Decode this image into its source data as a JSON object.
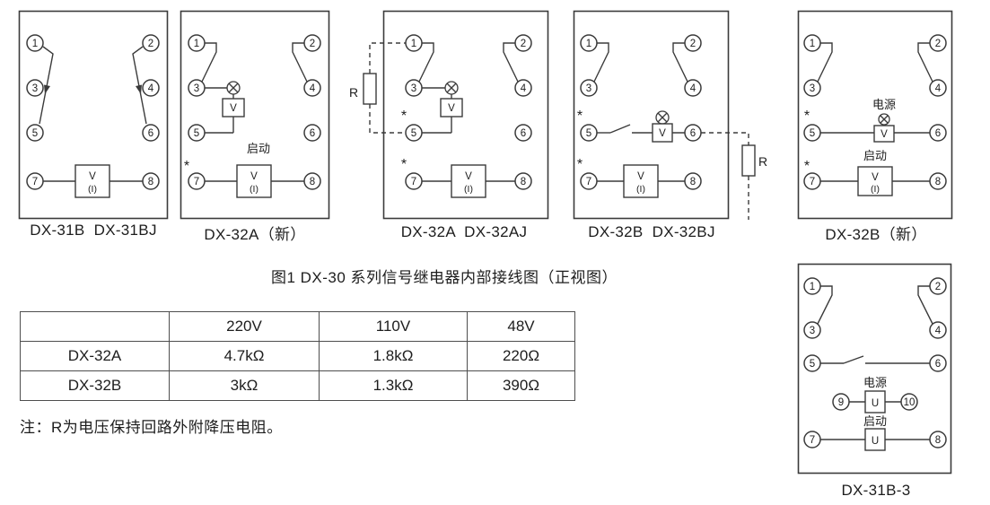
{
  "terminals": {
    "n1": "1",
    "n2": "2",
    "n3": "3",
    "n4": "4",
    "n5": "5",
    "n6": "6",
    "n7": "7",
    "n8": "8",
    "n9": "9",
    "n10": "10"
  },
  "symbols": {
    "v": "V",
    "i": "(I)",
    "u": "U",
    "r": "R",
    "star": "*"
  },
  "labels": {
    "power": "电源",
    "start": "启动"
  },
  "diagrams": {
    "d1": {
      "label": "DX-31B  DX-31BJ"
    },
    "d2": {
      "label": "DX-32A（新）"
    },
    "d3": {
      "label": "DX-32A  DX-32AJ"
    },
    "d4": {
      "label": "DX-32B  DX-32BJ"
    },
    "d5": {
      "label": "DX-32B（新）"
    },
    "d6": {
      "label": "DX-31B-3"
    }
  },
  "caption": "图1 DX-30 系列信号继电器内部接线图（正视图）",
  "table": {
    "headers": [
      "220V",
      "110V",
      "48V"
    ],
    "rows": [
      {
        "name": "DX-32A",
        "values": [
          "4.7kΩ",
          "1.8kΩ",
          "220Ω"
        ]
      },
      {
        "name": "DX-32B",
        "values": [
          "3kΩ",
          "1.3kΩ",
          "390Ω"
        ]
      }
    ]
  },
  "note": "注：R为电压保持回路外附降压电阻。"
}
